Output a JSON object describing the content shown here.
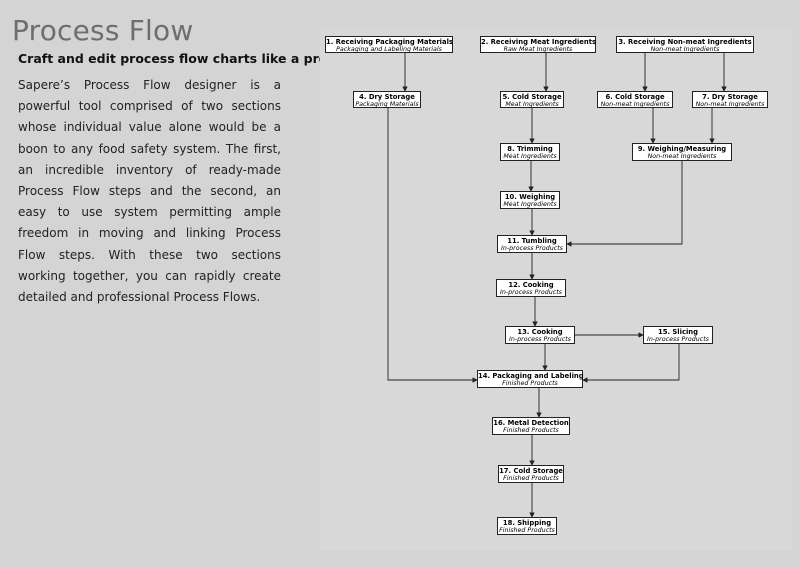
{
  "page": {
    "title": "Process Flow",
    "subtitle": "Craft and edit process flow charts like a pro",
    "description": "Sapere’s Process Flow designer is a powerful tool comprised of two sections whose individual value alone would be a boon to any food safety system. The first, an incredible inventory of ready-made Process Flow steps and the second, an easy to use system permitting ample freedom in moving and linking Process Flow steps. With these two sections working together, you can rapidly create detailed and professional Process Flows."
  },
  "flow": {
    "steps": [
      {
        "id": 1,
        "title": "1. Receiving Packaging Materials",
        "category": "Packaging and Labeling Materials"
      },
      {
        "id": 2,
        "title": "2. Receiving Meat Ingredients",
        "category": "Raw Meat Ingredients"
      },
      {
        "id": 3,
        "title": "3. Receiving Non-meat Ingredients",
        "category": "Non-meat Ingredients"
      },
      {
        "id": 4,
        "title": "4. Dry Storage",
        "category": "Packaging Materials"
      },
      {
        "id": 5,
        "title": "5. Cold Storage",
        "category": "Meat Ingredients"
      },
      {
        "id": 6,
        "title": "6. Cold Storage",
        "category": "Non-meat Ingredients"
      },
      {
        "id": 7,
        "title": "7. Dry Storage",
        "category": "Non-meat Ingredients"
      },
      {
        "id": 8,
        "title": "8. Trimming",
        "category": "Meat Ingredients"
      },
      {
        "id": 9,
        "title": "9. Weighing/Measuring",
        "category": "Non-meat Ingredients"
      },
      {
        "id": 10,
        "title": "10. Weighing",
        "category": "Meat Ingredients"
      },
      {
        "id": 11,
        "title": "11. Tumbling",
        "category": "In-process Products"
      },
      {
        "id": 12,
        "title": "12. Cooking",
        "category": "In-process Products"
      },
      {
        "id": 13,
        "title": "13. Cooking",
        "category": "In-process Products"
      },
      {
        "id": 15,
        "title": "15. Slicing",
        "category": "In-process Products"
      },
      {
        "id": 14,
        "title": "14. Packaging and Labeling",
        "category": "Finished Products"
      },
      {
        "id": 16,
        "title": "16. Metal Detection",
        "category": "Finished Products"
      },
      {
        "id": 17,
        "title": "17. Cold Storage",
        "category": "Finished Products"
      },
      {
        "id": 18,
        "title": "18. Shipping",
        "category": "Finished Products"
      }
    ],
    "links": [
      [
        1,
        4
      ],
      [
        2,
        5
      ],
      [
        3,
        6
      ],
      [
        3,
        7
      ],
      [
        5,
        8
      ],
      [
        6,
        9
      ],
      [
        7,
        9
      ],
      [
        8,
        10
      ],
      [
        10,
        11
      ],
      [
        9,
        11
      ],
      [
        11,
        12
      ],
      [
        12,
        13
      ],
      [
        13,
        15
      ],
      [
        13,
        14
      ],
      [
        4,
        14
      ],
      [
        15,
        14
      ],
      [
        14,
        16
      ],
      [
        16,
        17
      ],
      [
        17,
        18
      ]
    ]
  }
}
